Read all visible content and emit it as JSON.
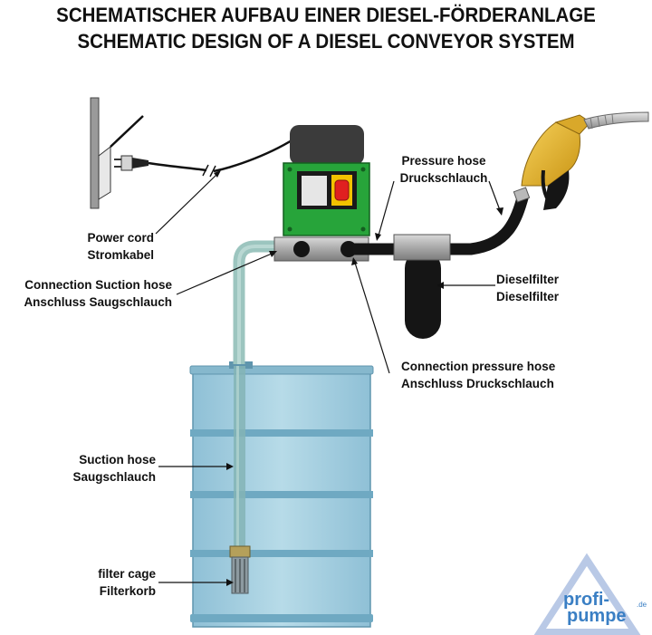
{
  "title": {
    "line1": "SCHEMATISCHER AUFBAU EINER DIESEL-FÖRDERANLAGE",
    "line2": "SCHEMATIC DESIGN OF A DIESEL CONVEYOR SYSTEM"
  },
  "labels": {
    "power_cord": {
      "en": "Power cord",
      "de": "Stromkabel"
    },
    "pressure_hose": {
      "en": "Pressure hose",
      "de": "Druckschlauch"
    },
    "connection_suction": {
      "en": "Connection Suction hose",
      "de": "Anschluss Saugschlauch"
    },
    "dieselfilter": {
      "en": "Dieselfilter",
      "de": "Dieselfilter"
    },
    "connection_pressure": {
      "en": "Connection pressure hose",
      "de": "Anschluss Druckschlauch"
    },
    "suction_hose": {
      "en": "Suction hose",
      "de": "Saugschlauch"
    },
    "filter_cage": {
      "en": "filter cage",
      "de": "Filterkorb"
    }
  },
  "logo": {
    "line1": "profi-",
    "line2": "pumpe",
    "suffix": ".de"
  },
  "colors": {
    "pump_green": "#27a43a",
    "switch_red": "#e02020",
    "switch_yellow": "#f2c200",
    "drum_blue": "#a9d0e0",
    "drum_rim": "#6fa9c2",
    "nozzle_yellow": "#e8b52a",
    "hose_black": "#151515",
    "logo_blue": "#3a7fc4"
  },
  "icons": [
    "wall-socket-icon",
    "plug-icon",
    "pump-motor-icon",
    "fuel-nozzle-icon",
    "diesel-filter-icon",
    "drum-icon",
    "filter-cage-icon",
    "logo-icon"
  ]
}
